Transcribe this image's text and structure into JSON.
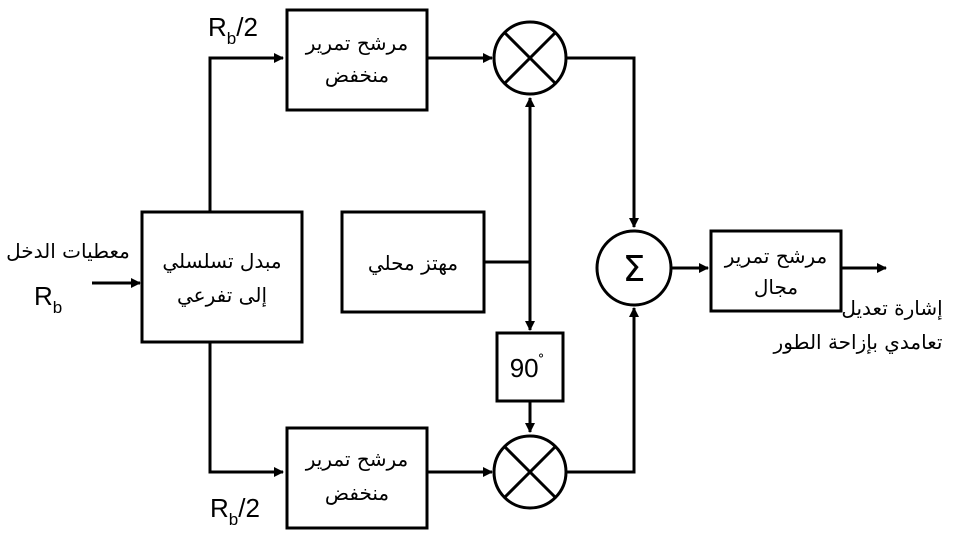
{
  "input": {
    "label": "معطيات الدخل",
    "rate_symbol": "R",
    "rate_subscript": "b"
  },
  "blocks": {
    "serial_to_parallel": {
      "line1": "مبدل تسلسلي",
      "line2": "إلى تفرعي"
    },
    "lowpass_top": {
      "line1": "مرشح تمرير",
      "line2": "منخفض"
    },
    "lowpass_bottom": {
      "line1": "مرشح تمرير",
      "line2": "منخفض"
    },
    "local_oscillator": {
      "label": "مهتز محلي"
    },
    "phase_shift": {
      "label": "90",
      "degree": "˚"
    },
    "summer": {
      "symbol": "Σ"
    },
    "bandpass": {
      "line1": "مرشح تمرير",
      "line2": "مجال"
    }
  },
  "branch_labels": {
    "top": {
      "symbol": "R",
      "subscript": "b",
      "suffix": "/2"
    },
    "bottom": {
      "symbol": "R",
      "subscript": "b",
      "suffix": "/2"
    }
  },
  "output": {
    "line1": "إشارة تعديل",
    "line2": "تعامدي بإزاحة الطور"
  }
}
